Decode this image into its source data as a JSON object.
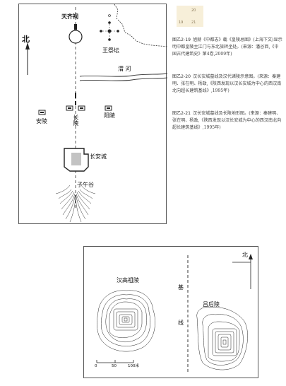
{
  "top_map": {
    "north_label": "北",
    "labels": {
      "tianqi": "天齐祠",
      "wangjitan": "王祭坛",
      "river": "渭    河",
      "anling": "安陵",
      "changling": "长陵",
      "yangling": "阳陵",
      "changancheng": "长安城",
      "ziwugu": "子午谷"
    }
  },
  "thumbnail": {
    "n20": "20",
    "n19": "19",
    "n21": "21"
  },
  "captions": [
    {
      "num": "图乙2-19",
      "text": "旭赫《中都志》载《皇陵总图》(上海下文)显示明中都皇陵主江门与东北旅转坐处。(来源：潘谷西,《中国古代建筑史》第4卷,2009年)"
    },
    {
      "num": "图乙2-20",
      "text": "汉长安城墓线及汉代诸陵示意图。(来源：秦建明、张在明、杨政,《陕西发现以汉长安城为中心的西汉南北向超长建筑基线》,1995年)"
    },
    {
      "num": "图乙2-21",
      "text": "汉长安城墓线及长陵地形图。(来源：秦建明、张在明、杨政,《陕西发现以汉长安城为中心的西汉南北向超长建筑基线》,1995年)"
    }
  ],
  "bottom_map": {
    "north_label": "北",
    "left_mound": "汉高祖陵",
    "right_mound": "吕后陵",
    "baseline_1": "基",
    "baseline_2": "线",
    "scale": [
      "0",
      "50",
      "100米"
    ]
  }
}
